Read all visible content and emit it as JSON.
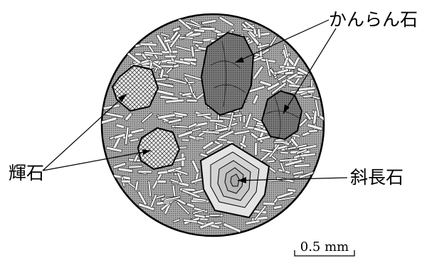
{
  "labels": {
    "olivine": "かんらん石",
    "pyroxene": "輝石",
    "plagioclase": "斜長石"
  },
  "scale_bar": {
    "text": "0.5 mm"
  },
  "colors": {
    "matrix": "#8e8e8e",
    "outline": "#000000",
    "crystal_fill": "#e2e2e2",
    "olivine_fill": "#6a6a6a",
    "background": "#ffffff"
  }
}
